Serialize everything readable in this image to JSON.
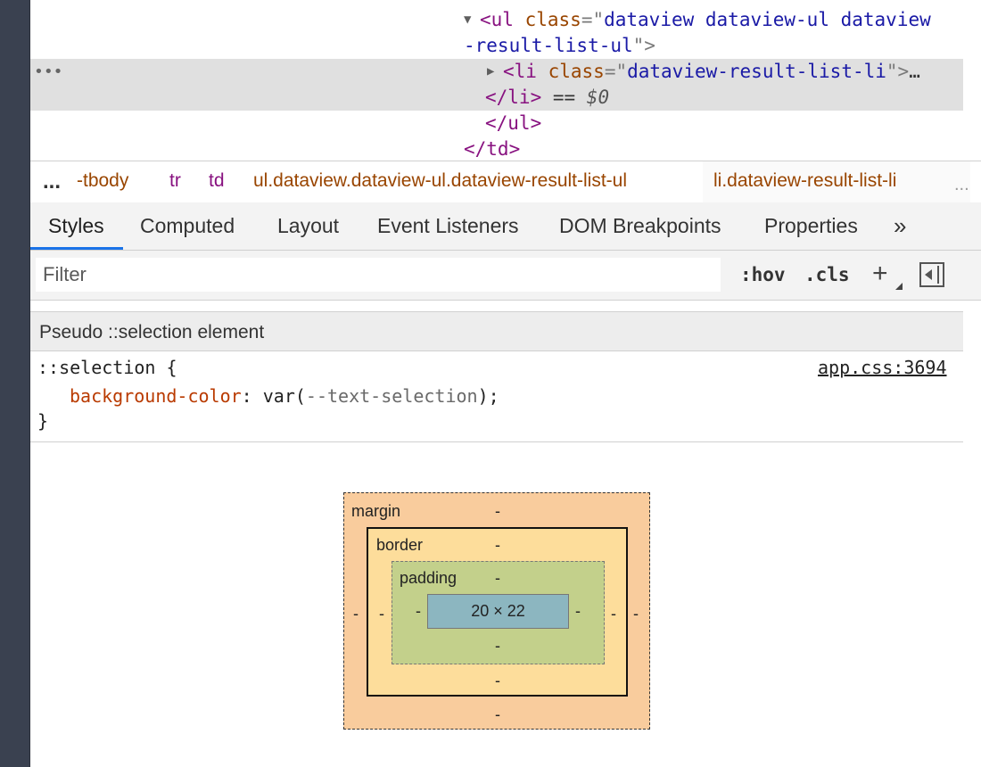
{
  "dom": {
    "line1": {
      "tag_open": "<ul",
      "attr": "class",
      "eq": "=\"",
      "value": "dataview dataview-ul dataview",
      "close": ""
    },
    "line2": {
      "value": "-result-list-ul",
      "close": "\">"
    },
    "selected_open": {
      "tag_open": "<li",
      "attr": "class",
      "eq": "=\"",
      "value": "dataview-result-list-li",
      "close": "\">",
      "ellipsis": "…"
    },
    "selected_close": {
      "tag": "</li>",
      "eq": " == ",
      "ref": "$0"
    },
    "ul_close": "</ul>",
    "td_close": "</td>",
    "row_dots": "•••"
  },
  "breadcrumb": {
    "more_left": "...",
    "items": [
      "-tbody",
      "tr",
      "td",
      "ul.dataview.dataview-ul.dataview-result-list-ul",
      "li.dataview-result-list-li"
    ],
    "more_right": "..."
  },
  "tabs": [
    "Styles",
    "Computed",
    "Layout",
    "Event Listeners",
    "DOM Breakpoints",
    "Properties"
  ],
  "tab_more": "»",
  "filter": {
    "placeholder": "Filter",
    "hov": ":hov",
    "cls": ".cls",
    "plus": "+"
  },
  "pseudo_header": "Pseudo ::selection element",
  "rule": {
    "selector": "::selection {",
    "property": "background-color",
    "colon": ":",
    "value_prefix": " var(",
    "value_var": "--text-selection",
    "value_suffix": ");",
    "close": "}",
    "source": "app.css:3694"
  },
  "boxmodel": {
    "margin_label": "margin",
    "border_label": "border",
    "padding_label": "padding",
    "content": "20 × 22",
    "margin": {
      "top": "-",
      "right": "-",
      "bottom": "-",
      "left": "-"
    },
    "border": {
      "top": "-",
      "right": "-",
      "bottom": "-",
      "left": "-"
    },
    "padding": {
      "top": "-",
      "right": "-",
      "bottom": "-",
      "left": "-"
    }
  }
}
